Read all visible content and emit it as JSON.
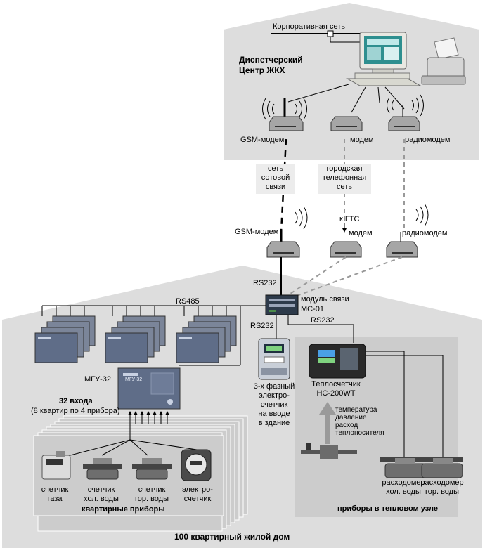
{
  "dispatch": {
    "corporate_network": "Корпоративная сеть",
    "title_line1": "Диспетчерский",
    "title_line2": "Центр ЖКХ",
    "gsm_modem": "GSM-модем",
    "modem": "модем",
    "radio_modem": "радиомодем"
  },
  "networks": {
    "cellular": [
      "сеть",
      "сотовой",
      "связи"
    ],
    "phone": [
      "городская",
      "телефонная",
      "сеть"
    ]
  },
  "house_side": {
    "gsm_modem": "GSM-модем",
    "to_pstn": "к ГТС",
    "modem": "модем",
    "radio_modem": "радиомодем",
    "rs232_top": "RS232",
    "comm_module_line1": "модуль связи",
    "comm_module_line2": "МС-01",
    "rs485": "RS485",
    "rs232_left": "RS232",
    "rs232_right": "RS232"
  },
  "mgu": {
    "name": "МГУ-32",
    "device_caption": "МГУ-32",
    "inputs_title": "32 входа",
    "inputs_note": "(8 квартир по 4 прибора)"
  },
  "electro_meter_caption": [
    "3-х фазный",
    "электро-",
    "счетчик",
    "на вводе",
    "в здание"
  ],
  "heat_meter": {
    "caption_line1": "Теплосчетчик",
    "caption_line2": "НС-200WT",
    "params": [
      "температура",
      "давление",
      "расход",
      "теплоносителя"
    ],
    "flow_cold": [
      "расходомер",
      "хол. воды"
    ],
    "flow_hot": [
      "расходомер",
      "гор. воды"
    ],
    "panel_title": "приборы в тепловом узле"
  },
  "apartment": {
    "gas": [
      "счетчик",
      "газа"
    ],
    "cold": [
      "счетчик",
      "хол. воды"
    ],
    "hot": [
      "счетчик",
      "гор. воды"
    ],
    "electric": [
      "электро-",
      "счетчик"
    ],
    "panel_title": "квартирные приборы"
  },
  "house_title": "100 квартирный жилой дом",
  "colors": {
    "house_fill": "#dddddd",
    "panel_fill": "#cccccc",
    "device_fill": "#7b8599",
    "device_body": "#5f6d88",
    "line": "#000000",
    "dashed_grey": "#999999"
  }
}
